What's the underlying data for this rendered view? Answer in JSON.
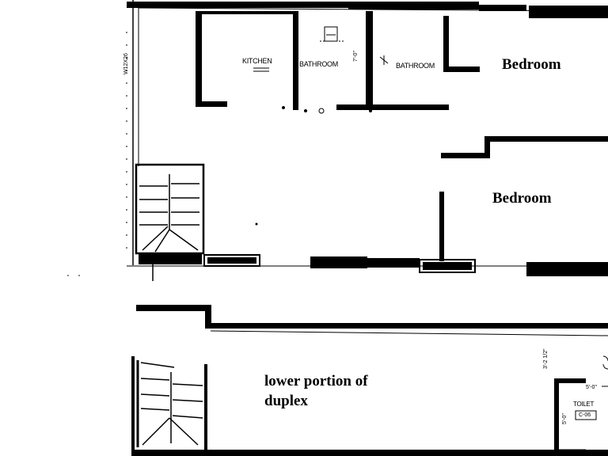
{
  "rooms": {
    "kitchen": "KITCHEN",
    "bathroom_1": "BATHROOM",
    "bathroom_2": "BATHROOM",
    "bedroom_1": "Bedroom",
    "bedroom_2": "Bedroom",
    "toilet": "TOILET",
    "lower_line1": "lower portion of",
    "lower_line2": "duplex"
  },
  "dimensions": {
    "left_wall": "W12X26",
    "dim_a": "3'-2 1/2\"",
    "dim_b": "5'-0\"",
    "dim_c": "5'-0\"",
    "dim_d": "7'-0\"",
    "tag_c": "C-06"
  },
  "colors": {
    "wall": "#000000",
    "background": "#ffffff"
  }
}
